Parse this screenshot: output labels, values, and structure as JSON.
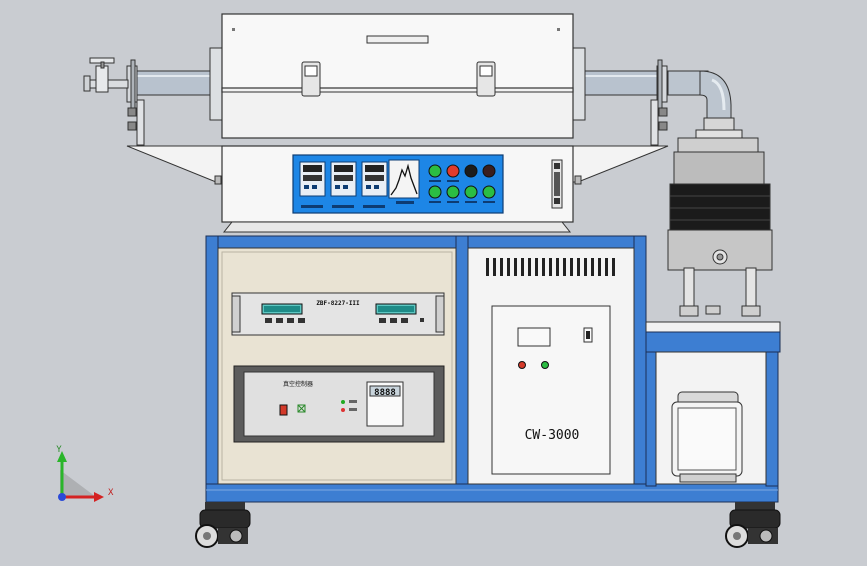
{
  "labels": {
    "flowmeter_model": "ZBF-8227-III",
    "chiller_model": "CW-3000",
    "controller_title": "真空控制器",
    "chiller_display": "8888"
  },
  "axes": {
    "y": "Y",
    "x": "X"
  },
  "colors": {
    "frame_blue": "#3d7ed2",
    "panel_beige": "#e9e3d3",
    "panel_white": "#f4f4f4",
    "furnace_white": "#f7f7f7",
    "control_blue": "#1d86e6",
    "background": "#c9ccd1"
  }
}
